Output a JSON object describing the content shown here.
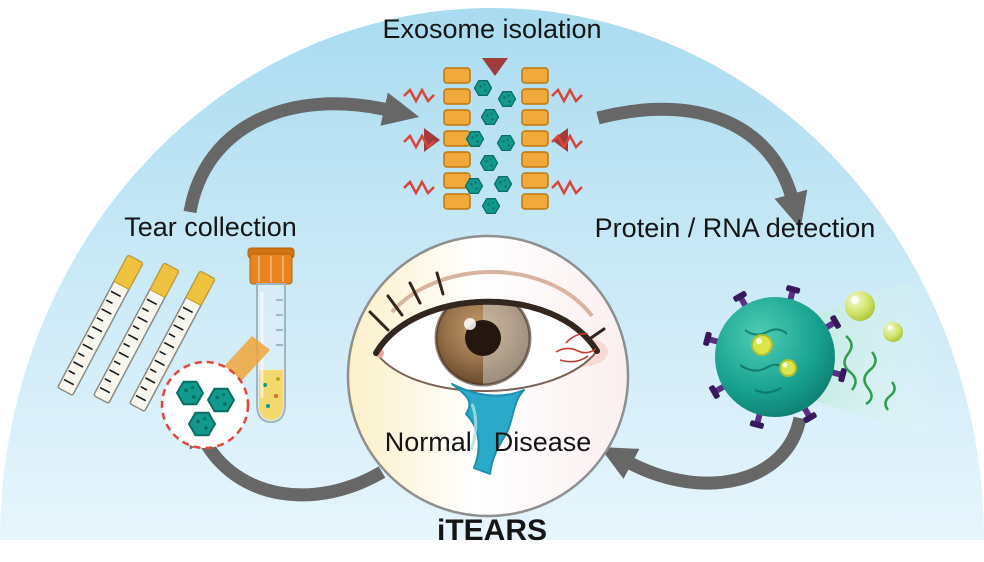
{
  "labels": {
    "exosome_isolation": "Exosome isolation",
    "tear_collection": "Tear collection",
    "protein_rna_detection": "Protein / RNA detection",
    "normal": "Normal",
    "disease": "Disease",
    "title": "iTEARS"
  },
  "colors": {
    "dome_blue_top": "#a9dbf0",
    "dome_blue_bottom": "#e7f5fc",
    "arrow_gray": "#676767",
    "exosome_teal": "#12998e",
    "transducer_orange": "#f2a93b",
    "acoustic_wave_red": "#d9453a",
    "focus_triangle_maroon": "#a03c3c",
    "tube_cap_orange": "#e8831f",
    "dashed_circle_red": "#e0483c",
    "tear_drop_teal": "#2aa9c9",
    "iris_brown": "#96714a",
    "sphere_teal": "#17a190",
    "spike_purple": "#5b2f86",
    "rna_green": "#2f9e4e",
    "vesicle_green": "#cfe164",
    "text_black": "#151515"
  }
}
